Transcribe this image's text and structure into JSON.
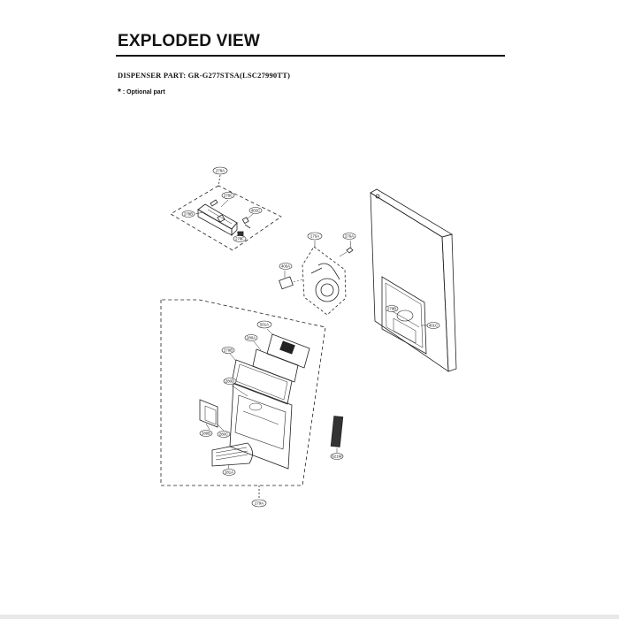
{
  "header": {
    "title": "EXPLODED VIEW",
    "subtitle": "DISPENSER PART: GR-G277STSA(LSC27990TT)",
    "note_symbol": "*",
    "note_text": ": Optional part"
  },
  "diagram": {
    "part_labels": {
      "p278A": "278A",
      "p278C": "278C",
      "p278B": "278B",
      "p402C": "402C",
      "p278F": "278F",
      "p275A": "275A",
      "p276A": "276A",
      "p405A": "405A",
      "p279B_right": "279B",
      "p401C": "401C",
      "p501A": "501A",
      "p280A": "280A",
      "p279B": "279B",
      "p280D": "280D",
      "p280B": "280B",
      "p280C": "280C",
      "p281A": "281A",
      "p279A": "279A",
      "p621W": "621W"
    }
  }
}
